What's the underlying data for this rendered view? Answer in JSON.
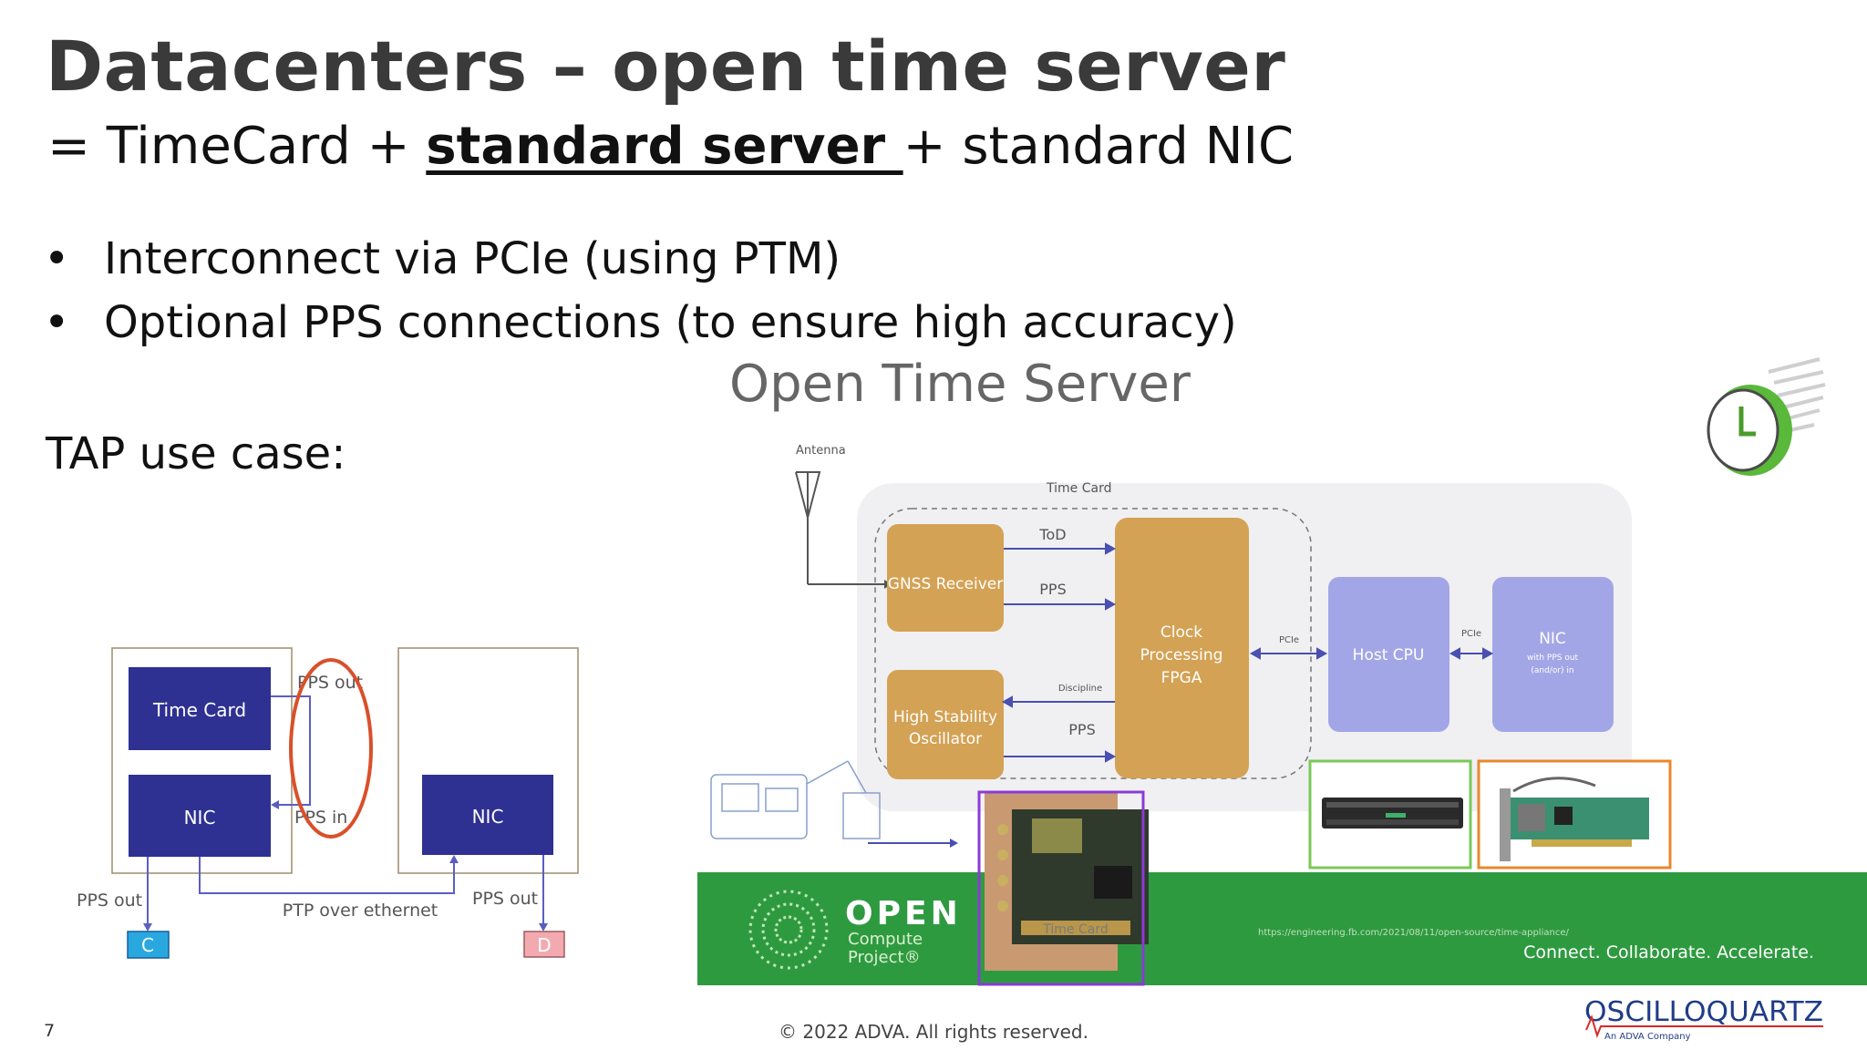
{
  "slide": {
    "title": "Datacenters – open time server",
    "subtitle_prefix": "= TimeCard + ",
    "subtitle_bold": "standard server ",
    "subtitle_suffix": "+ standard NIC",
    "bullets": [
      "Interconnect via PCIe (using PTM)",
      "Optional PPS connections (to ensure high accuracy)"
    ],
    "tap_label": "TAP use case:",
    "page_number": "7",
    "copyright": "© 2022 ADVA. All rights reserved."
  },
  "tap_diagram": {
    "time_card": "Time Card",
    "nic_left": "NIC",
    "nic_right": "NIC",
    "pps_out_top": "PPS out",
    "pps_in": "PPS in",
    "pps_out_left": "PPS out",
    "pps_out_right": "PPS out",
    "ptp_label": "PTP over ethernet",
    "c_label": "C",
    "d_label": "D"
  },
  "ots_figure": {
    "title": "Open Time Server",
    "antenna": "Antenna",
    "time_card_group": "Time Card",
    "gnss": "GNSS Receiver",
    "oscillator_line1": "High Stability",
    "oscillator_line2": "Oscillator",
    "tod": "ToD",
    "pps_1": "PPS",
    "pps_2": "PPS",
    "discipline": "Discipline",
    "fpga_line1": "Clock",
    "fpga_line2": "Processing",
    "fpga_line3": "FPGA",
    "pcie_1": "PCIe",
    "pcie_2": "PCIe",
    "host_cpu": "Host CPU",
    "nic": "NIC",
    "nic_sub1": "with PPS out",
    "nic_sub2": "(and/or) in",
    "card_caption": "Time Card",
    "ocp_open": "OPEN",
    "ocp_compute": "Compute",
    "ocp_project": "Project®",
    "tagline": "Connect. Collaborate. Accelerate.",
    "url": "https://engineering.fb.com/2021/08/11/open-source/time-appliance/"
  },
  "logo": {
    "name": "OSCILLOQUARTZ",
    "sub": "An ADVA Company"
  },
  "colors": {
    "title_gray": "#3a3a3a",
    "navy_box": "#2e3192",
    "red_ellipse": "#d9502a",
    "gold_box": "#d4a255",
    "lavender_box": "#a3a6e6",
    "ocp_green": "#2e9a40",
    "logo_blue": "#1f3c88",
    "logo_red": "#d62a2a"
  },
  "icons": [
    "clock-icon",
    "antenna-icon"
  ]
}
